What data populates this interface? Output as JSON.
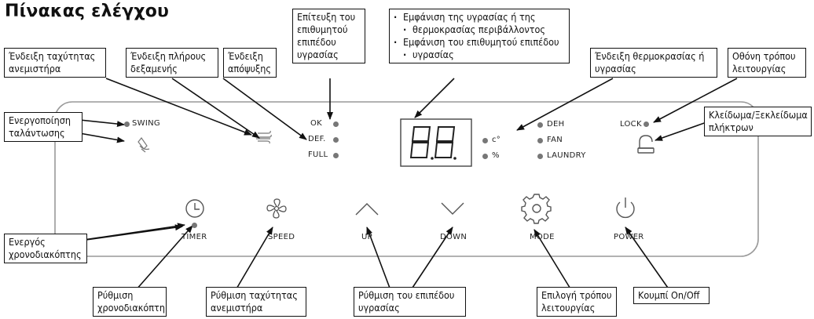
{
  "title": "Πίνακας ελέγχου",
  "callouts": {
    "fan_speed_indicator": [
      "Ένδειξη ταχύτητας",
      "ανεμιστήρα"
    ],
    "full_tank_indicator": [
      "Ένδειξη πλήρους",
      "δεξαμενής"
    ],
    "defrost_indicator": [
      "Ένδειξη",
      "απόψυξης"
    ],
    "humidity_reached": [
      "Επίτευξη του",
      "επιθυμητού",
      "επιπέδου",
      "υγρασίας"
    ],
    "display_info": [
      "Εμφάνιση της υγρασίας ή της",
      "θερμοκρασίας περιβάλλοντος",
      "Εμφάνιση του επιθυμητού επιπέδου",
      "υγρασίας"
    ],
    "temp_humidity_indicator": [
      "Ένδειξη θερμοκρασίας ή",
      "υγρασίας"
    ],
    "mode_display": [
      "Οθόνη τρόπου",
      "λειτουργίας"
    ],
    "swing_activation": [
      "Ενεργοποίηση",
      "ταλάντωσης"
    ],
    "key_lock": [
      "Κλείδωμα/Ξεκλείδωμα",
      "πλήκτρων"
    ],
    "timer_active": [
      "Ενεργός",
      "χρονοδιακόπτης"
    ],
    "timer_setting": [
      "Ρύθμιση",
      "χρονοδιακόπτη"
    ],
    "speed_setting": [
      "Ρύθμιση ταχύτητας",
      "ανεμιστήρα"
    ],
    "humidity_setting": [
      "Ρύθμιση του επιπέδου",
      "υγρασίας"
    ],
    "mode_select": [
      "Επιλογή τρόπου",
      "λειτουργίας"
    ],
    "power_button": [
      "Κουμπί On/Off"
    ]
  },
  "panel": {
    "swing": "SWING",
    "ok": "OK",
    "def": "DEF.",
    "full": "FULL",
    "display": "8.8",
    "celsius": "c°",
    "percent": "%",
    "deh": "DEH",
    "fan": "FAN",
    "laundry": "LAUNDRY",
    "lock": "LOCK",
    "timer": "TIMER",
    "speed": "SPEED",
    "up": "UP",
    "down": "DOWN",
    "mode": "MODE",
    "power": "POWER"
  },
  "colors": {
    "outline": "#999999",
    "dot": "#777777",
    "line": "#111111"
  },
  "icons": [
    "swing-icon",
    "fan-speed-icon",
    "full-tank-icon",
    "lock-icon",
    "clock-icon",
    "fan-icon",
    "chevron-up-icon",
    "chevron-down-icon",
    "gear-icon",
    "power-icon"
  ]
}
